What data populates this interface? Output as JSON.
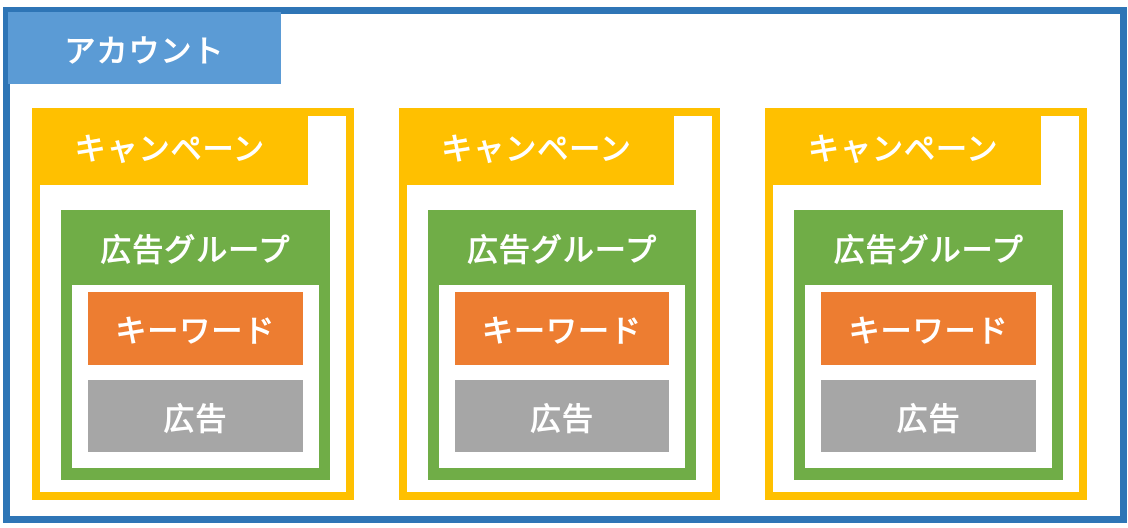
{
  "account": {
    "label": "アカウント"
  },
  "campaigns": [
    {
      "label": "キャンペーン",
      "adgroup": {
        "label": "広告グループ",
        "keyword": "キーワード",
        "ad": "広告"
      }
    },
    {
      "label": "キャンペーン",
      "adgroup": {
        "label": "広告グループ",
        "keyword": "キーワード",
        "ad": "広告"
      }
    },
    {
      "label": "キャンペーン",
      "adgroup": {
        "label": "広告グループ",
        "keyword": "キーワード",
        "ad": "広告"
      }
    }
  ],
  "colors": {
    "account_border": "#2E75B6",
    "account_tab": "#5B9BD5",
    "campaign": "#FFC000",
    "adgroup": "#70AD47",
    "keyword": "#ED7D31",
    "ad": "#A6A6A6",
    "label_text": "#FFFFFF"
  }
}
